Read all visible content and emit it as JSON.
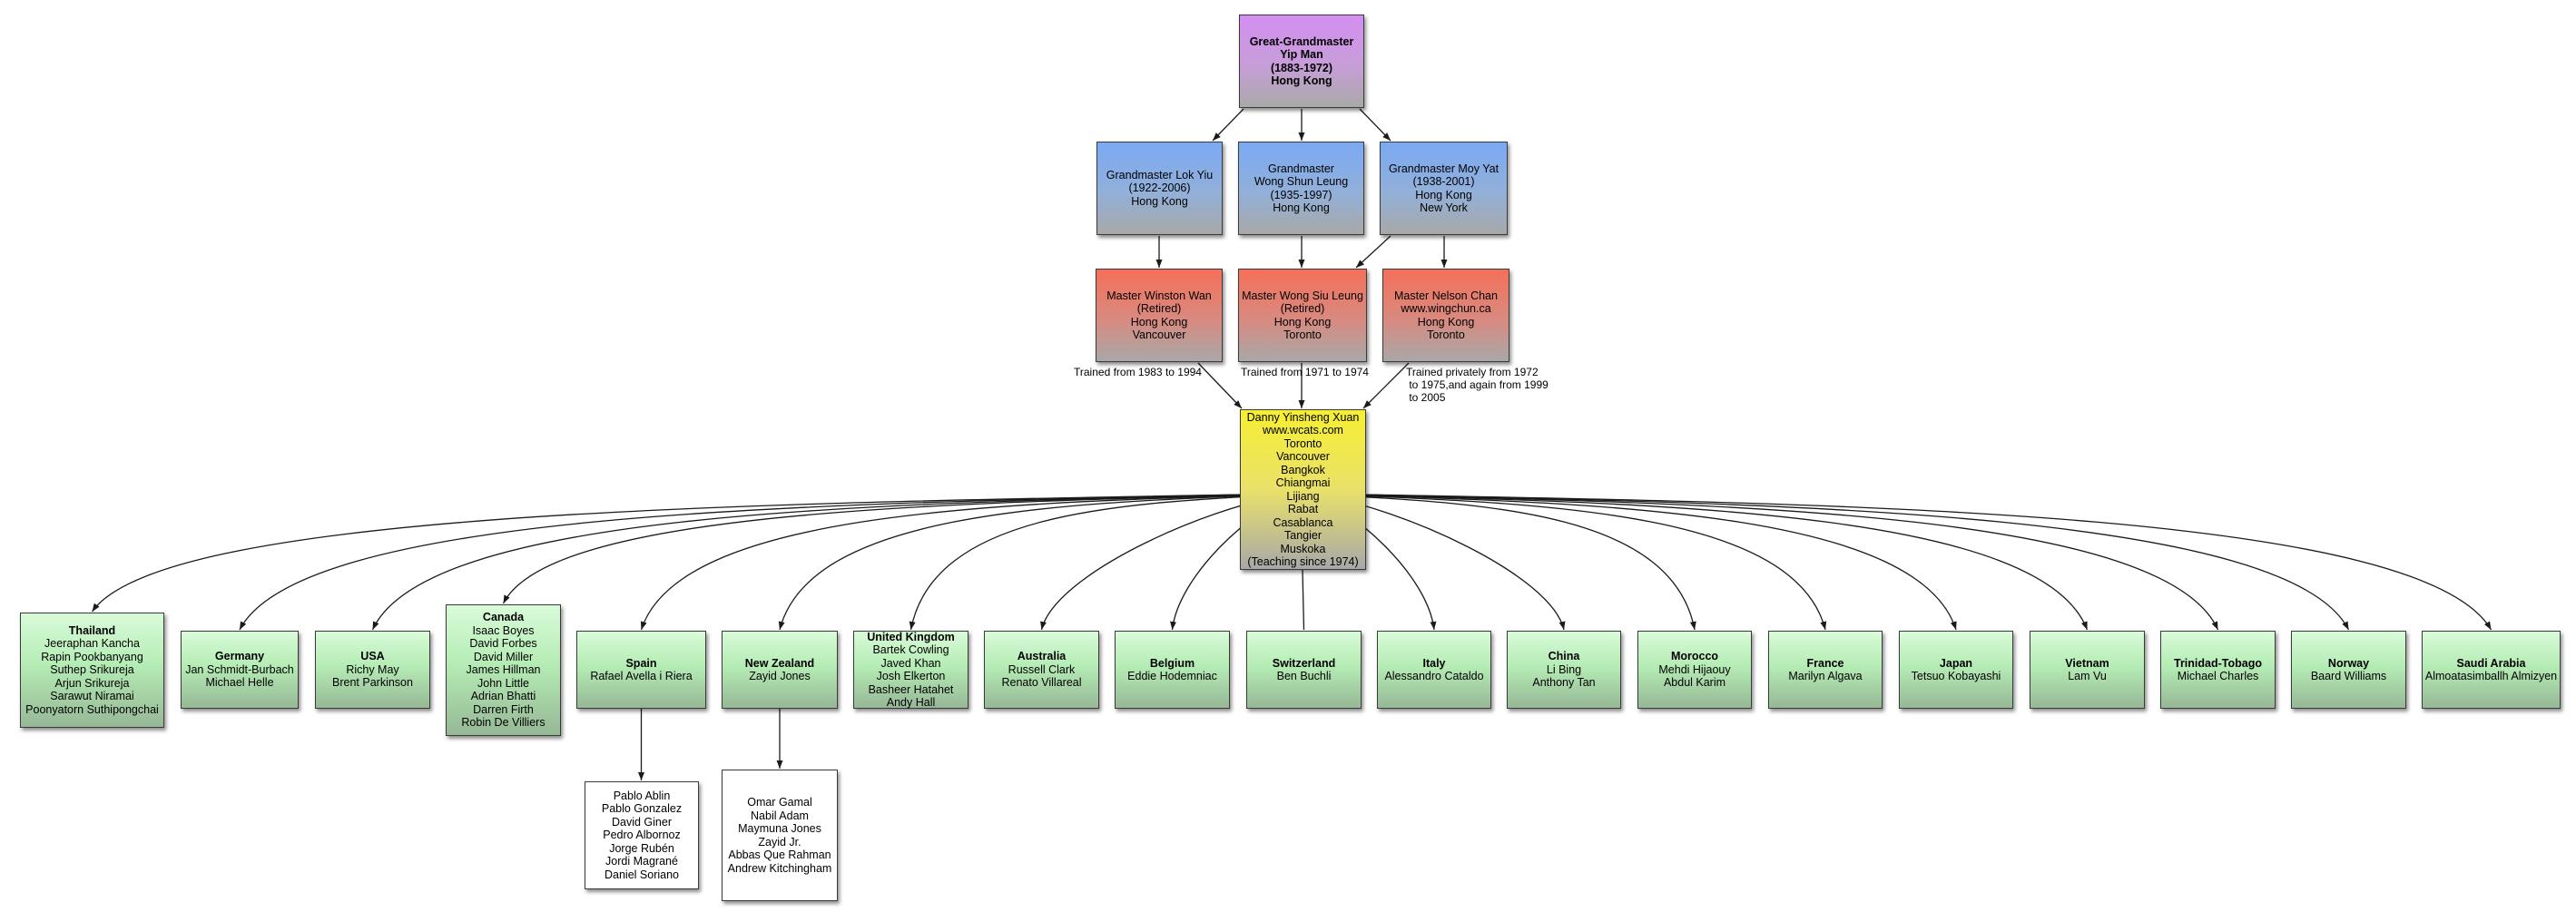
{
  "root": {
    "lines": [
      "Great-Grandmaster",
      "Yip Man",
      "(1883-1972)",
      "Hong Kong"
    ]
  },
  "grandmasters": [
    {
      "lines": [
        "Grandmaster Lok Yiu",
        "(1922-2006)",
        "Hong Kong"
      ]
    },
    {
      "lines": [
        "Grandmaster",
        "Wong Shun Leung",
        "(1935-1997)",
        "Hong Kong"
      ]
    },
    {
      "lines": [
        "Grandmaster Moy Yat",
        "(1938-2001)",
        "Hong Kong",
        "New York"
      ]
    }
  ],
  "masters": [
    {
      "lines": [
        "Master Winston Wan",
        "(Retired)",
        "Hong Kong",
        "Vancouver"
      ]
    },
    {
      "lines": [
        "Master Wong Siu Leung",
        "(Retired)",
        "Hong Kong",
        "Toronto"
      ]
    },
    {
      "lines": [
        "Master Nelson Chan",
        "www.wingchun.ca",
        "Hong Kong",
        "Toronto"
      ]
    }
  ],
  "training_notes": [
    "Trained from 1983 to 1994",
    "Trained from 1971 to 1974",
    "Trained privately from 1972\n to 1975,and again from 1999\n to 2005"
  ],
  "center": {
    "lines": [
      "Danny Yinsheng Xuan",
      "www.wcats.com",
      "Toronto",
      "Vancouver",
      "Bangkok",
      "Chiangmai",
      "Lijiang",
      "Rabat",
      "Casablanca",
      "Tangier",
      "Muskoka",
      "(Teaching since 1974)"
    ]
  },
  "countries": [
    {
      "name": "Thailand",
      "members": [
        "Jeeraphan Kancha",
        "Rapin Pookbanyang",
        "Suthep Srikureja",
        "Arjun Srikureja",
        "Sarawut Niramai",
        "Poonyatorn Suthipongchai"
      ]
    },
    {
      "name": "Germany",
      "members": [
        "Jan Schmidt-Burbach",
        "Michael Helle"
      ]
    },
    {
      "name": "USA",
      "members": [
        "Richy May",
        "Brent Parkinson"
      ]
    },
    {
      "name": "Canada",
      "members": [
        "Isaac Boyes",
        "David Forbes",
        "David Miller",
        "James Hillman",
        "John Little",
        "Adrian Bhatti",
        "Darren Firth",
        "Robin De Villiers"
      ]
    },
    {
      "name": "Spain",
      "members": [
        "Rafael Avella i Riera"
      ]
    },
    {
      "name": "New Zealand",
      "members": [
        "Zayid Jones"
      ]
    },
    {
      "name": "United Kingdom",
      "members": [
        "Bartek Cowling",
        "Javed Khan",
        "Josh Elkerton",
        "Basheer Hatahet",
        "Andy Hall"
      ]
    },
    {
      "name": "Australia",
      "members": [
        "Russell Clark",
        "Renato Villareal"
      ]
    },
    {
      "name": "Belgium",
      "members": [
        "Eddie Hodemniac"
      ]
    },
    {
      "name": "Switzerland",
      "members": [
        "Ben Buchli"
      ]
    },
    {
      "name": "Italy",
      "members": [
        "Alessandro Cataldo"
      ]
    },
    {
      "name": "China",
      "members": [
        "Li Bing",
        "Anthony Tan"
      ]
    },
    {
      "name": "Morocco",
      "members": [
        "Mehdi Hijaouy",
        "Abdul Karim"
      ]
    },
    {
      "name": "France",
      "members": [
        "Marilyn Algava"
      ]
    },
    {
      "name": "Japan",
      "members": [
        "Tetsuo Kobayashi"
      ]
    },
    {
      "name": "Vietnam",
      "members": [
        "Lam Vu"
      ]
    },
    {
      "name": "Trinidad-Tobago",
      "members": [
        "Michael Charles"
      ]
    },
    {
      "name": "Norway",
      "members": [
        "Baard Williams"
      ]
    },
    {
      "name": "Saudi Arabia",
      "members": [
        "Almoatasimballh Almizyen"
      ]
    }
  ],
  "sub_groups": [
    {
      "members": [
        "Pablo Ablin",
        "Pablo Gonzalez",
        "David Giner",
        "Pedro Albornoz",
        "Jorge Rubén",
        "Jordi Magrané",
        "Daniel Soriano"
      ]
    },
    {
      "members": [
        "Omar Gamal",
        "Nabil Adam",
        "Maymuna Jones",
        "Zayid Jr.",
        "Abbas Que Rahman",
        "Andrew Kitchingham"
      ]
    }
  ],
  "colors": {
    "root": "#d48ef2",
    "grandmaster": "#7aa9f4",
    "master": "#f4705a",
    "center": "#f6ef32",
    "country": "#b5ecb5",
    "sub_group": "#ffffff",
    "edge": "#1a1a1a"
  }
}
